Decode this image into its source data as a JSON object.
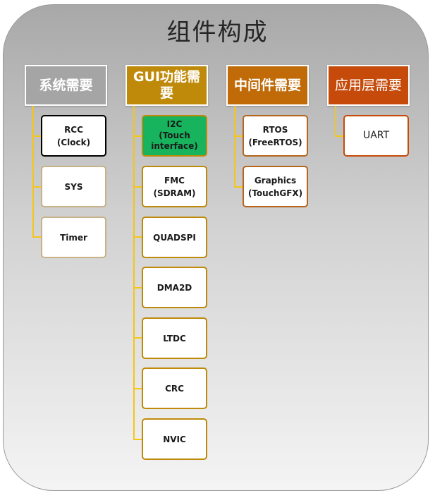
{
  "title": "组件构成",
  "columns": [
    {
      "header": "系统需要",
      "items": [
        "RCC\n(Clock)",
        "SYS",
        "Timer"
      ]
    },
    {
      "header": "GUI功能需要",
      "items": [
        "I2C\n(Touch\ninterface)",
        "FMC (SDRAM)",
        "QUADSPI",
        "DMA2D",
        "LTDC",
        "CRC",
        "NVIC"
      ]
    },
    {
      "header": "中间件需要",
      "items": [
        "RTOS\n(FreeRTOS)",
        "Graphics\n(TouchGFX)"
      ]
    },
    {
      "header": "应用层需要",
      "items": [
        "UART"
      ]
    }
  ],
  "colors": {
    "system": "#a5a5a5",
    "gui": "#bf8a0a",
    "middleware": "#c06a08",
    "application": "#c64a0a",
    "highlight": "#17b35d",
    "connector": "#f5c518"
  }
}
